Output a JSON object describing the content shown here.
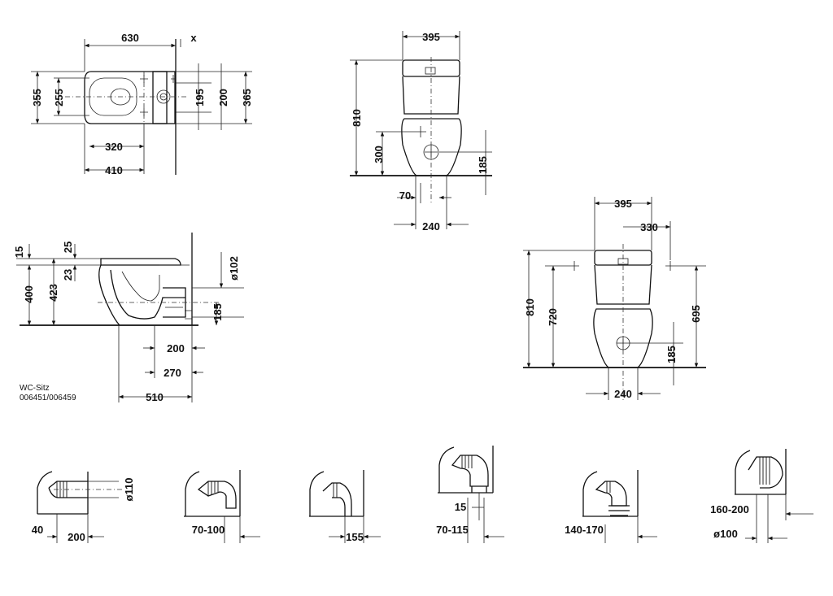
{
  "top_view": {
    "width_630": "630",
    "x_marker": "x",
    "depth_355": "355",
    "depth_255": "255",
    "d_195": "195",
    "d_200": "200",
    "d_365": "365",
    "d_320": "320",
    "d_410": "410"
  },
  "front_view": {
    "w_395": "395",
    "h_810": "810",
    "h_300": "300",
    "h_185": "185",
    "w_70": "70",
    "w_240": "240"
  },
  "side_view": {
    "d_15": "15",
    "d_25": "25",
    "d_23": "23",
    "h_400": "400",
    "h_423": "423",
    "dia_102": "ø102",
    "h_185": "185",
    "d_200": "200",
    "d_270": "270",
    "d_510": "510",
    "seat_label": "WC-Sitz",
    "seat_codes": "006451/006459"
  },
  "rear_view": {
    "w_395": "395",
    "w_330": "330",
    "h_810": "810",
    "h_720": "720",
    "h_695": "695",
    "h_185": "185",
    "w_240": "240"
  },
  "connections": [
    {
      "dim_a": "ø110",
      "dim_b": "40",
      "dim_c": "200"
    },
    {
      "dim_a": "70-100"
    },
    {
      "dim_a": "155"
    },
    {
      "dim_a": "15",
      "dim_b": "70-115"
    },
    {
      "dim_a": "140-170"
    },
    {
      "dim_a": "160-200",
      "dim_b": "ø100"
    }
  ]
}
